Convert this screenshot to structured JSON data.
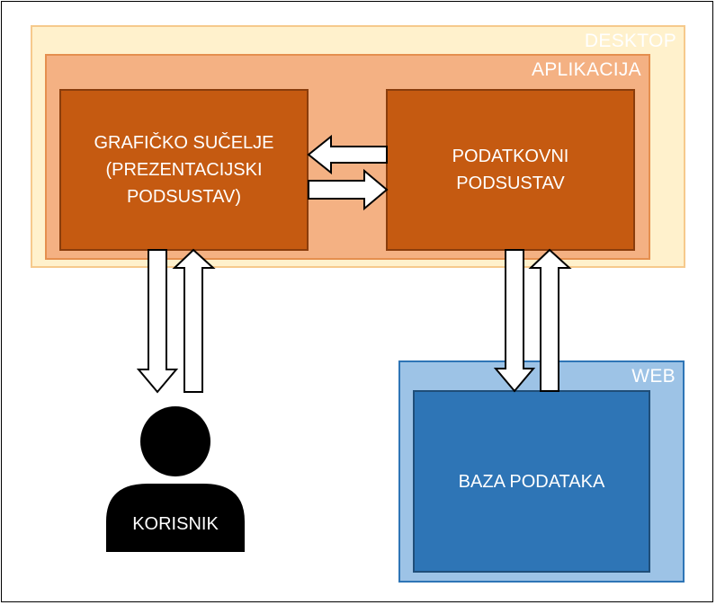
{
  "containers": {
    "desktop": {
      "label": "DESKTOP",
      "fill": "#fff1cc",
      "border": "#f6c98c"
    },
    "aplikacija": {
      "label": "APLIKACIJA",
      "fill": "#f4b183",
      "border": "#e58f4f"
    },
    "web": {
      "label": "WEB",
      "fill": "#9dc3e6",
      "border": "#2e75b6"
    }
  },
  "blocks": {
    "gui": {
      "text": "GRAFIČKO SUČELJE\n(PREZENTACIJSKI\nPODSUSTAV)",
      "fill": "#c55a11"
    },
    "data": {
      "text": "PODATKOVNI\nPODSUSTAV",
      "fill": "#c55a11"
    },
    "database": {
      "text": "BAZA PODATAKA",
      "fill": "#2e75b6"
    }
  },
  "actor": {
    "label": "KORISNIK",
    "icon": "user-icon"
  },
  "arrows": [
    {
      "from": "data",
      "to": "gui"
    },
    {
      "from": "gui",
      "to": "data"
    },
    {
      "from": "gui",
      "to": "user"
    },
    {
      "from": "user",
      "to": "gui"
    },
    {
      "from": "data",
      "to": "database"
    },
    {
      "from": "database",
      "to": "data"
    }
  ]
}
